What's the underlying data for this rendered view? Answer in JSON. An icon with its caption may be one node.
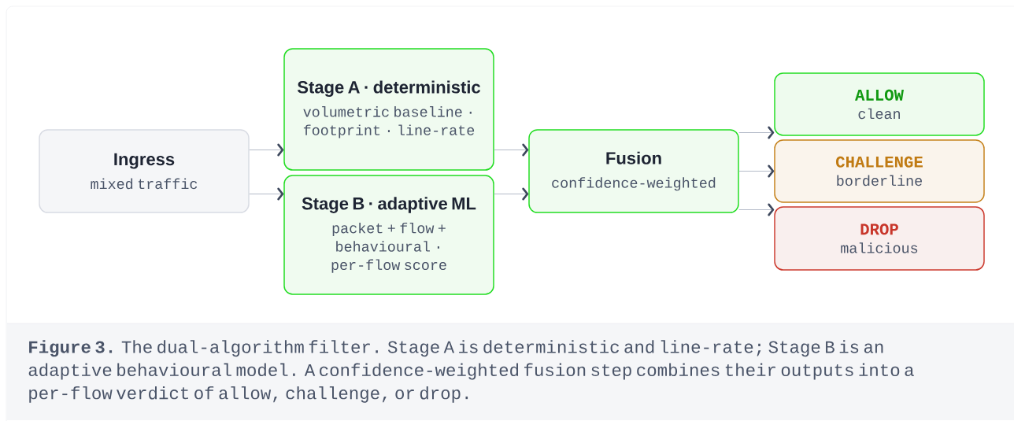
{
  "diagram": {
    "caption": "**Figure 3.** The dual-algorithm filter. Stage A is deterministic and line-rate; Stage B is an adaptive behavioural model. A confidence-weighted fusion step combines their outputs into a per-flow verdict of allow, challenge, or drop.",
    "nodes": [
      {
        "text": [
          "Ingress",
          "mixed traffic"
        ]
      },
      {
        "text": [
          "Stage A · deterministic",
          "volumetric baseline · footprint · line-rate"
        ]
      },
      {
        "text": [
          "Stage B · adaptive ML",
          "packet + flow + behavioural · per-flow score"
        ]
      },
      {
        "text": [
          "Fusion",
          "confidence-weighted"
        ]
      },
      {
        "text": [
          "ALLOW",
          "clean"
        ]
      },
      {
        "text": [
          "CHALLENGE",
          "borderline"
        ]
      },
      {
        "text": [
          "DROP",
          "malicious"
        ]
      }
    ],
    "edges": [
      {
        "from": 0,
        "to": 1,
        "arrow": "to"
      },
      {
        "from": 0,
        "to": 2,
        "arrow": "to"
      },
      {
        "from": 1,
        "to": 3,
        "arrow": "to"
      },
      {
        "from": 2,
        "to": 3,
        "arrow": "to"
      },
      {
        "from": 3,
        "to": 4,
        "arrow": "to"
      },
      {
        "from": 3,
        "to": 5,
        "arrow": "to"
      },
      {
        "from": 3,
        "to": 6,
        "arrow": "to"
      }
    ]
  }
}
